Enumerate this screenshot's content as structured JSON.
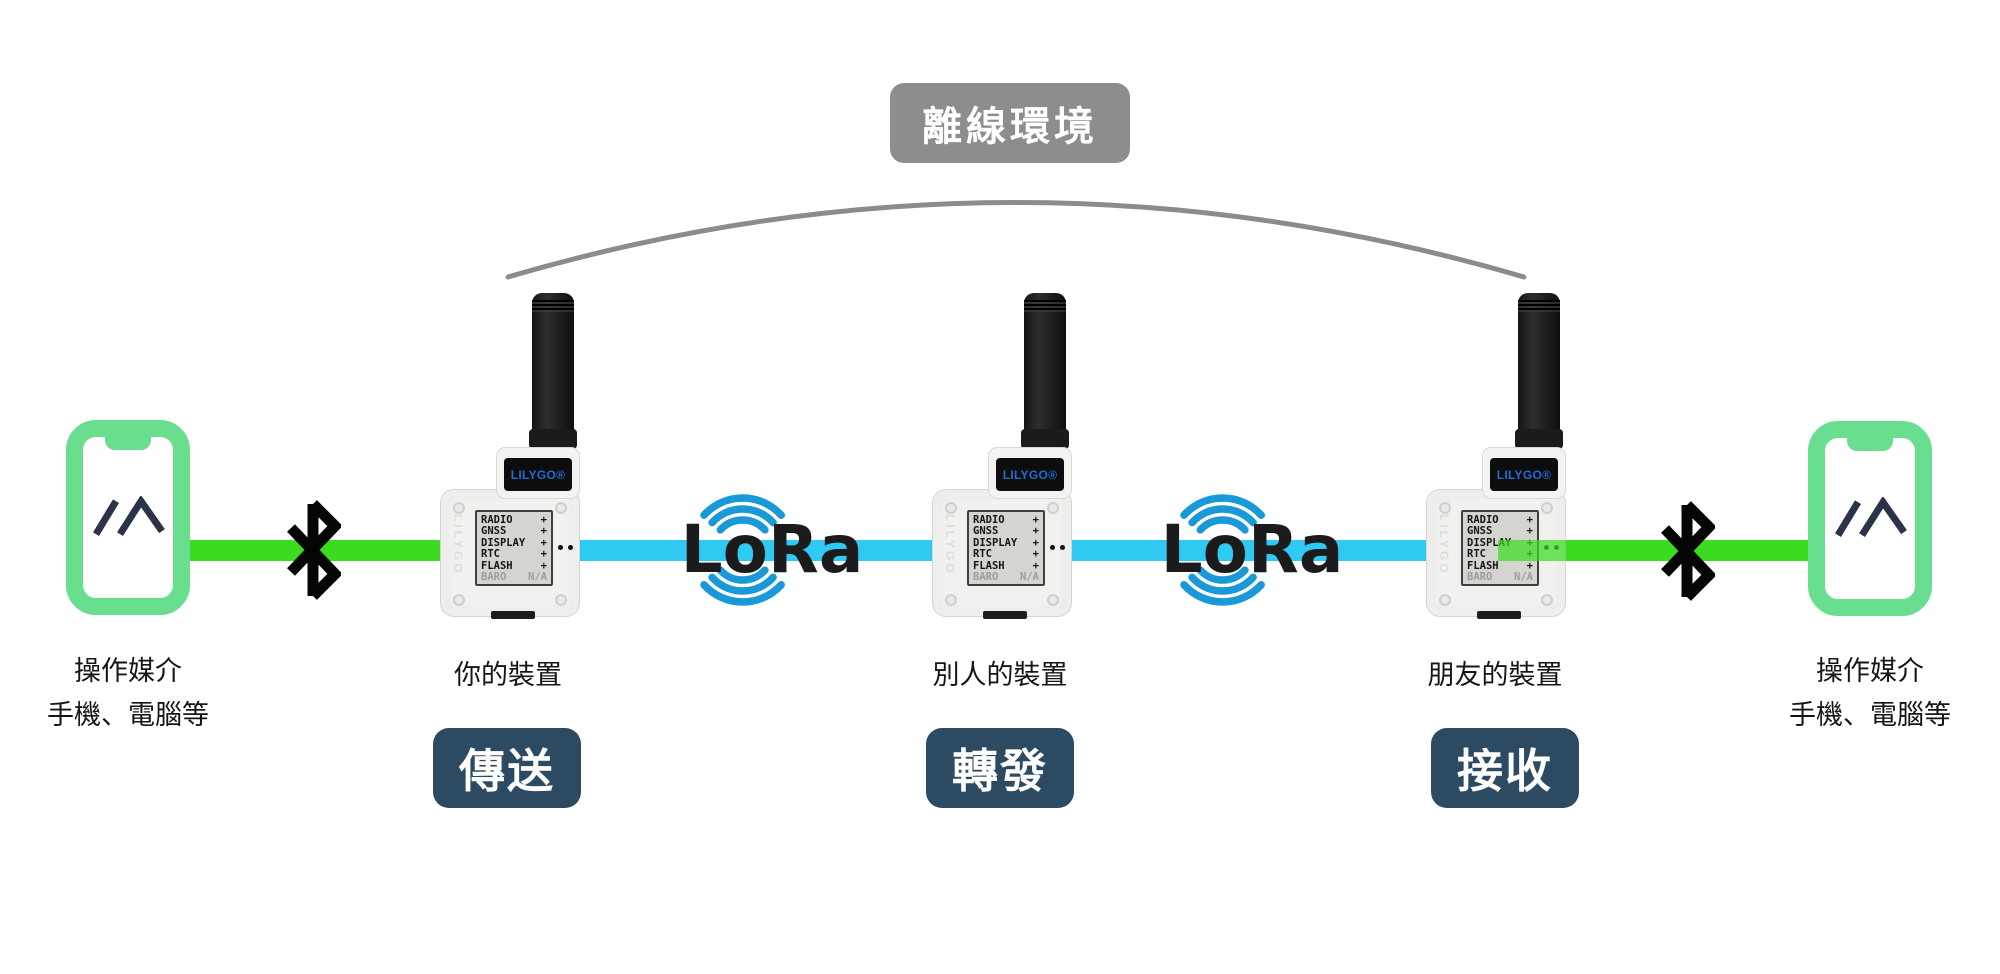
{
  "offline_badge": {
    "label": "離線環境"
  },
  "operator_label": {
    "line1": "操作媒介",
    "line2": "手機、電腦等"
  },
  "links": {
    "lora_label": "LoRa"
  },
  "devices": {
    "yours": {
      "label": "你的裝置",
      "action": "傳送"
    },
    "relay": {
      "label": "別人的裝置",
      "action": "轉發"
    },
    "friend": {
      "label": "朋友的裝置",
      "action": "接收"
    }
  },
  "device_common": {
    "brand": "LILYGO®",
    "embossed": "LILYGO",
    "screen_rows": [
      {
        "name": "RADIO",
        "value": "+"
      },
      {
        "name": "GNSS",
        "value": "+"
      },
      {
        "name": "DISPLAY",
        "value": "+"
      },
      {
        "name": "RTC",
        "value": "+"
      },
      {
        "name": "FLASH",
        "value": "+"
      },
      {
        "name": "BARO",
        "value": "N/A"
      }
    ]
  },
  "icons": {
    "bluetooth": "bluetooth-rune",
    "mesh_app": "double-chevron-mesh-logo",
    "lora_signal": "radiating-arcs"
  },
  "colors": {
    "green_link": "#3bdc20",
    "cyan_link": "#2fc9f2",
    "phone_outline": "#68de8e",
    "lora_arc_blue": "#1a99d8",
    "brand_blue": "#1e6fd6",
    "offline_badge_bg": "#8d8d8d",
    "action_badge_bg": "#2d4a63",
    "arc_gray": "#8b8b8b"
  }
}
